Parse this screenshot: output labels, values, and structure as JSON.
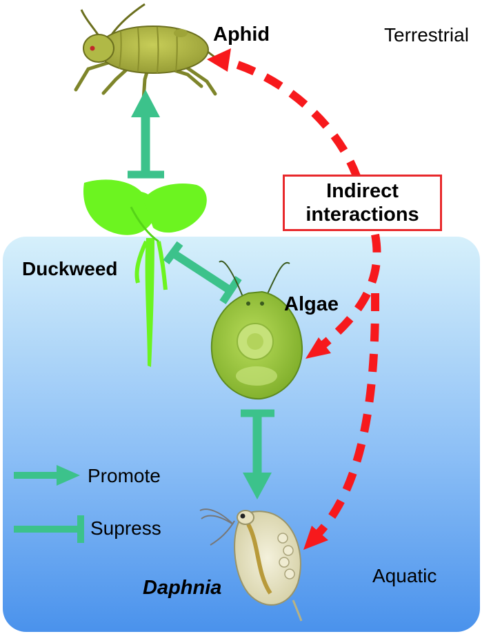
{
  "labels": {
    "aphid": "Aphid",
    "terrestrial": "Terrestrial",
    "duckweed": "Duckweed",
    "algae": "Algae",
    "daphnia": "Daphnia",
    "aquatic": "Aquatic",
    "indirect": "Indirect\ninteractions"
  },
  "legend": {
    "promote": "Promote",
    "supress": "Supress"
  },
  "colors": {
    "interaction": "#3cc28b",
    "indirect": "#f7191c",
    "water_top": "#d6f0fb",
    "water_bottom": "#4a92ec",
    "duckweed": "#6cf420",
    "algae": "#9ccb3c",
    "aphid": "#a7b23e"
  },
  "icons": [
    "aphid-icon",
    "duckweed-icon",
    "algae-icon",
    "daphnia-icon"
  ]
}
